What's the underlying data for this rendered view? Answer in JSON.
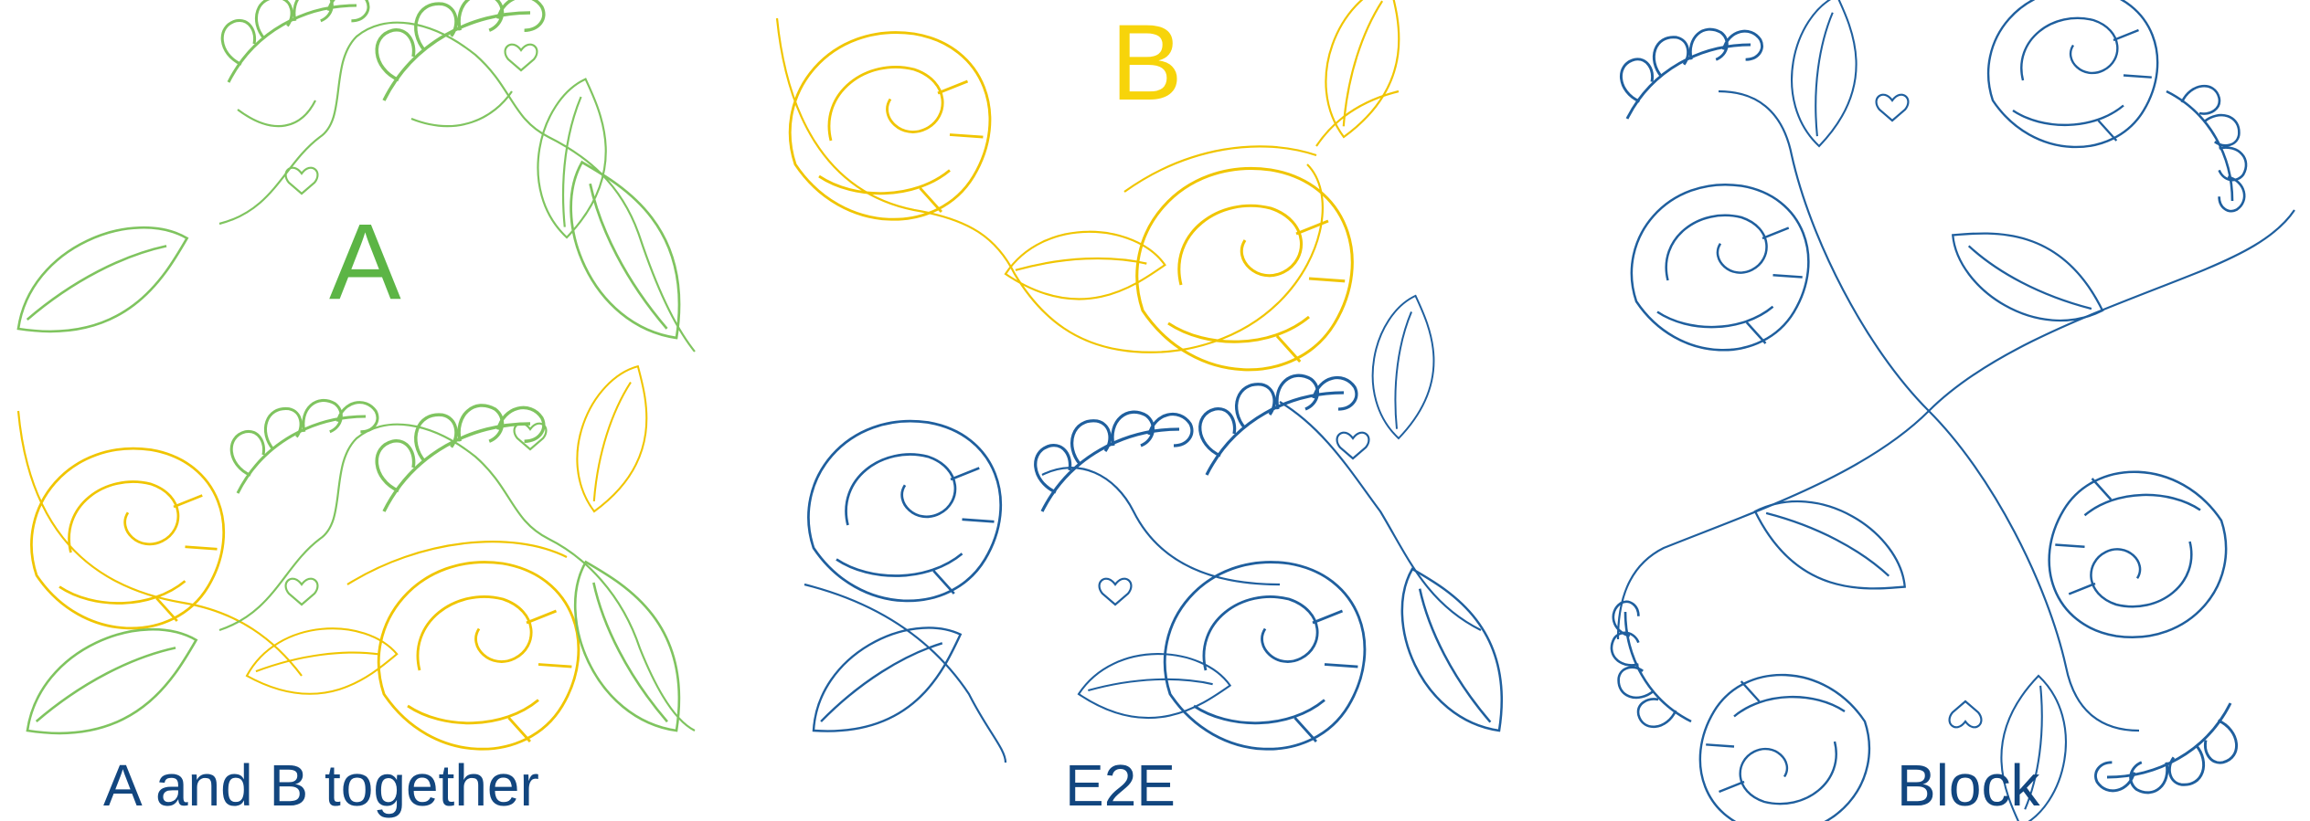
{
  "labels": {
    "part_a": "A",
    "part_b": "B",
    "together": "A and B together",
    "e2e": "E2E",
    "block": "Block"
  },
  "colors": {
    "green_stroke": "#7fc45f",
    "green_label": "#5cb545",
    "yellow_stroke": "#f0c500",
    "yellow_label": "#f7d40a",
    "blue_stroke": "#1f5f9e",
    "navy_text": "#12467f"
  },
  "icons": [
    "feather-leaf-motif",
    "scroll-leaf-motif"
  ]
}
